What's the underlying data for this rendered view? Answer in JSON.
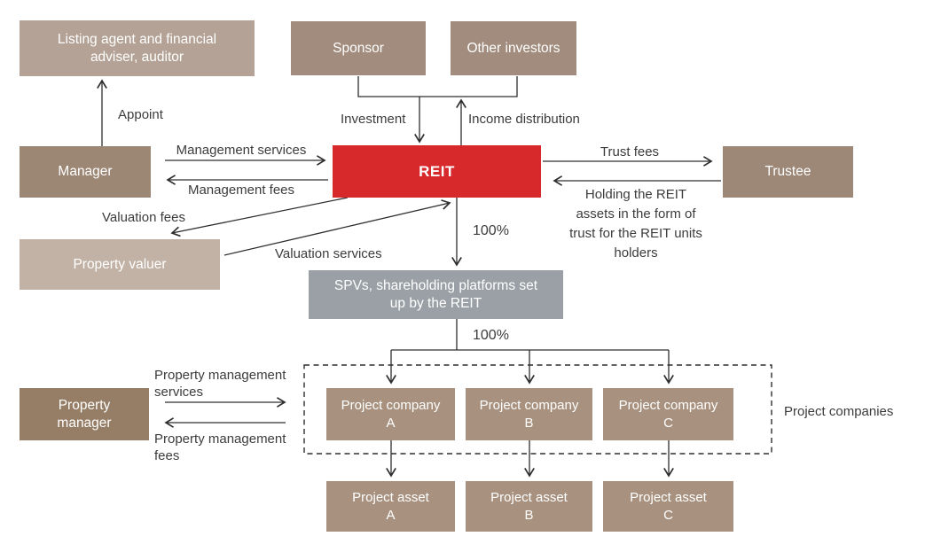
{
  "title": "REIT structure diagram",
  "colors": {
    "reit_red": "#d7282b",
    "spv_gray": "#9aa0a5",
    "taupe_light": "#b3a295",
    "taupe_lighter": "#c2b2a5",
    "taupe_mid": "#a28c7d",
    "taupe_dark": "#9c8674",
    "brown_dark": "#967e66",
    "project_brown": "#a8927f",
    "label_text": "#3c3c3c",
    "box_text": "#ffffff",
    "line_color": "#2e2e2e"
  },
  "nodes": {
    "listing_agent": {
      "label": "Listing agent and financial adviser, auditor"
    },
    "sponsor": {
      "label": "Sponsor"
    },
    "other_investors": {
      "label": "Other investors"
    },
    "manager": {
      "label": "Manager"
    },
    "reit": {
      "label": "REIT"
    },
    "trustee": {
      "label": "Trustee"
    },
    "property_valuer": {
      "label": "Property valuer"
    },
    "spv": {
      "label": "SPVs, shareholding platforms set up by the REIT"
    },
    "property_manager": {
      "label": "Property manager"
    },
    "project_company_a": {
      "label": "Project company A"
    },
    "project_company_b": {
      "label": "Project company B"
    },
    "project_company_c": {
      "label": "Project company C"
    },
    "project_asset_a": {
      "label": "Project asset A"
    },
    "project_asset_b": {
      "label": "Project asset B"
    },
    "project_asset_c": {
      "label": "Project asset C"
    },
    "project_companies_group": {
      "label": "Project companies"
    }
  },
  "edges": {
    "appoint": "Appoint",
    "investment": "Investment",
    "income_distribution": "Income distribution",
    "management_services": "Management services",
    "management_fees": "Management fees",
    "trust_fees": "Trust fees",
    "trustee_role": "Holding the REIT assets in the form of trust for the REIT units holders",
    "valuation_fees": "Valuation fees",
    "valuation_services": "Valuation services",
    "reit_to_spv_pct": "100%",
    "spv_to_companies_pct": "100%",
    "property_management_services": "Property management services",
    "property_management_fees": "Property management fees"
  }
}
